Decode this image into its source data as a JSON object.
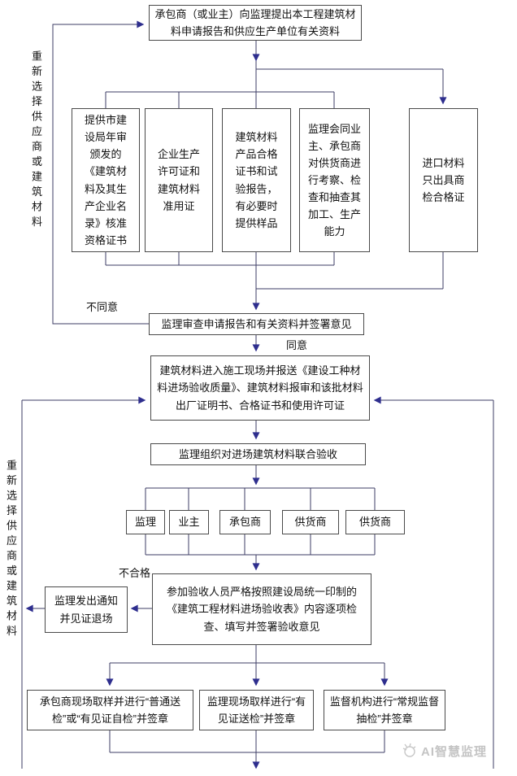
{
  "flowchart": {
    "nodes": {
      "start": "承包商（或业主）向监理提出本工程建筑材料申请报告和供应生产单位有关资料",
      "doc1": "提供市建设局年审颁发的《建筑材料及其生产企业名录》核准资格证书",
      "doc2": "企业生产许可证和建筑材料准用证",
      "doc3": "建筑材料产品合格证书和试验报告，有必要时提供样品",
      "doc4": "监理会同业主、承包商对供货商进行考察、检查和抽查其加工、生产能力",
      "doc5": "进口材料只出具商检合格证",
      "review": "监理审查申请报告和有关资料并签署意见",
      "entry": "建筑材料进入施工现场并报送《建设工种材料进场验收质量》、建筑材料报审和该批材料出厂证明书、合格证书和使用许可证",
      "joint": "监理组织对进场建筑材料联合验收",
      "party1": "监理",
      "party2": "业主",
      "party3": "承包商",
      "party4": "供货商",
      "party5": "供货商",
      "inspect": "参加验收人员严格按照建设局统一印制的《建筑工程材料进场验收表》内容逐项检查、填写并签署验收意见",
      "notice": "监理发出通知并见证退场",
      "test1": "承包商现场取样并进行“普通送检”或“有见证自检”并签章",
      "test2": "监理现场取样进行“有见证送检”并签章",
      "test3": "监督机构进行“常规监督抽检”并签章"
    },
    "edge_labels": {
      "disagree": "不同意",
      "agree": "同意",
      "fail": "不合格"
    },
    "side_labels": {
      "reselect_top": "重新选择供应商或建筑材料",
      "reselect_bottom": "重新选择供应商或建筑材料"
    },
    "colors": {
      "line": "#3d3d66",
      "arrow": "#2e2e8e",
      "box_border": "#4a4a4a",
      "watermark": "#c4c4c4"
    }
  },
  "watermark": {
    "text": "AI智慧监理"
  }
}
